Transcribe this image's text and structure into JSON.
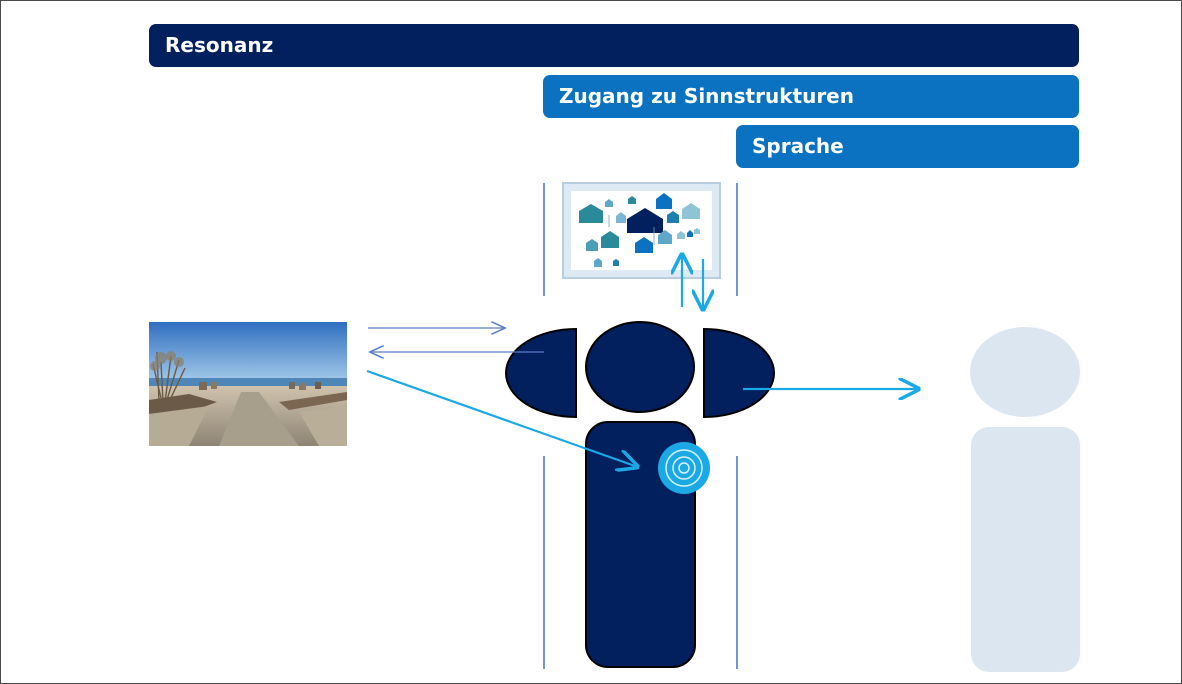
{
  "banners": {
    "resonanz": "Resonanz",
    "zugang": "Zugang zu Sinnstrukturen",
    "sprache": "Sprache"
  },
  "colors": {
    "navy": "#021f5e",
    "blue": "#0b72c1",
    "arrow_light": "#1ba9e6",
    "arrow_thin": "#5b7fc7",
    "ghost": "#dbe6f1",
    "guide_line": "#4470c4"
  },
  "icons": {
    "beach_photo": "beach-photo-icon",
    "houses_picture": "houses-cluster-icon",
    "resonance_target": "concentric-circles-icon",
    "central_person": "person-figure-icon",
    "ghost_person": "faded-person-figure-icon"
  }
}
